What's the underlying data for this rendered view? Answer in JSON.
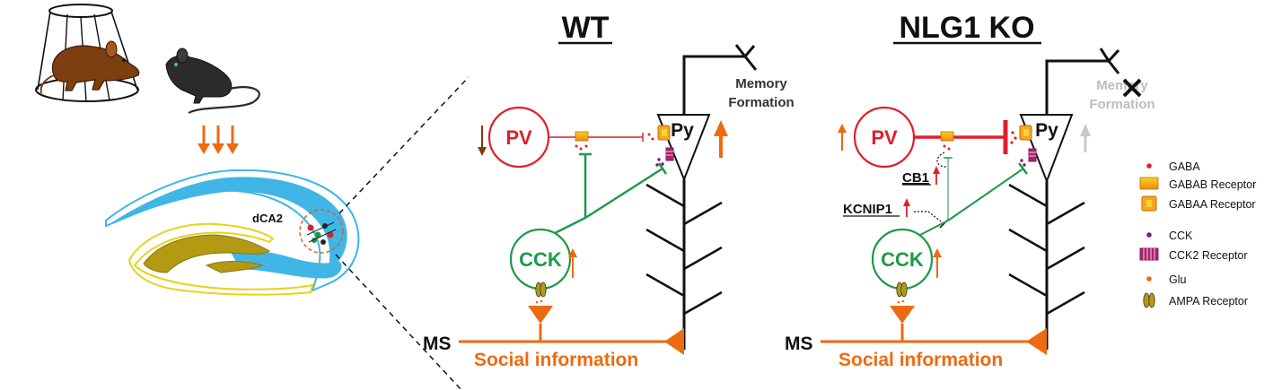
{
  "left": {
    "region_label": "dCA2"
  },
  "panels": {
    "wt": {
      "title": "WT",
      "memory": [
        "Memory",
        "Formation"
      ],
      "pv_label": "PV",
      "py_label": "Py",
      "cck_label": "CCK",
      "ms_label": "MS",
      "social_label": "Social information"
    },
    "ko": {
      "title": "NLG1 KO",
      "memory": [
        "Memory",
        "Formation"
      ],
      "pv_label": "PV",
      "py_label": "Py",
      "cck_label": "CCK",
      "ms_label": "MS",
      "social_label": "Social information",
      "cb1_label": "CB1",
      "kcnip1_label": "KCNIP1"
    }
  },
  "legend": {
    "gaba": "GABA",
    "gabab_receptor": "GABAB Receptor",
    "gabaa_receptor": "GABAA Receptor",
    "cck": "CCK",
    "cck2_receptor": "CCK2 Receptor",
    "glu": "Glu",
    "ampa_receptor": "AMPA Receptor"
  },
  "colors": {
    "orange": "#ee6a10",
    "red": "#e01f2a",
    "green": "#1e9a48",
    "blue": "#3fb6e6",
    "olive": "#b39a12",
    "purple": "#7a1a78",
    "brown": "#7a3b10",
    "grey": "#bdbdbd"
  }
}
